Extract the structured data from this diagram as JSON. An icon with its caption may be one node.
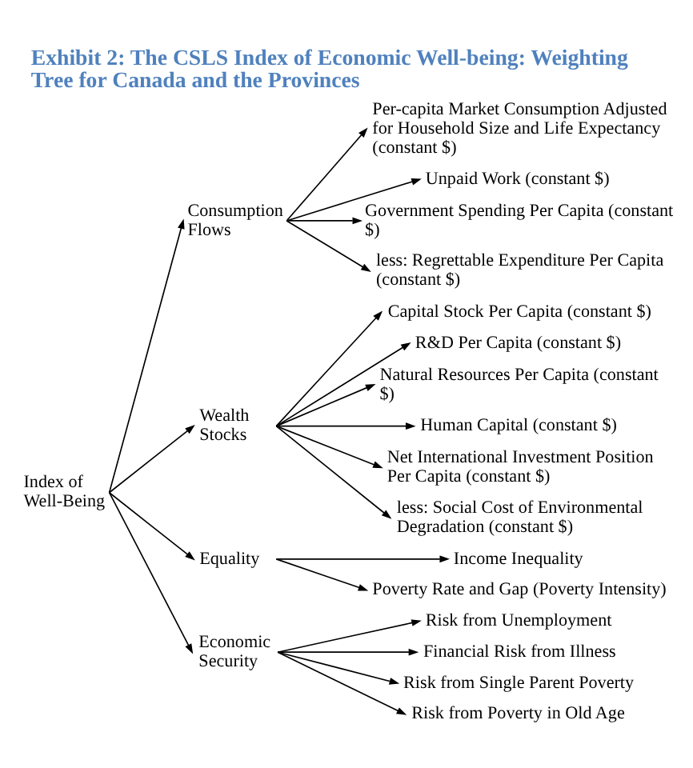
{
  "diagram": {
    "title": "Exhibit 2: The CSLS Index of Economic Well-being: Weighting Tree for Canada and the Provinces",
    "nodes": [
      {
        "text": [
          "Index of Well-Being"
        ]
      },
      {
        "text": [
          "Consumption Flows"
        ]
      },
      {
        "text": [
          "Per-capita Market Consumption Adjusted for Household Size and Life Expectancy (constant $)"
        ]
      },
      {
        "text": [
          "Unpaid Work (constant $)"
        ]
      },
      {
        "text": [
          "Government Spending Per Capita (constant $)"
        ]
      },
      {
        "text": [
          "less: Regrettable Expenditure Per Capita (constant $)"
        ]
      },
      {
        "text": [
          "Wealth Stocks"
        ]
      },
      {
        "text": [
          "Capital Stock Per Capita (constant $)"
        ]
      },
      {
        "text": [
          "R&D Per Capita (constant $)"
        ]
      },
      {
        "text": [
          "Natural Resources Per Capita (constant $)"
        ]
      },
      {
        "text": [
          "Human Capital (constant $)"
        ]
      },
      {
        "text": [
          "Net International Investment Position Per Capita (constant $)"
        ]
      },
      {
        "text": [
          "less: Social Cost of Environmental Degradation (constant $)"
        ]
      },
      {
        "text": [
          "Equality"
        ]
      },
      {
        "text": [
          "Income Inequality"
        ]
      },
      {
        "text": [
          "Poverty Rate and Gap (Poverty Intensity)"
        ]
      },
      {
        "text": [
          "Economic Security"
        ]
      },
      {
        "text": [
          "Risk from Unemployment"
        ]
      },
      {
        "text": [
          "Financial Risk from Illness"
        ]
      },
      {
        "text": [
          "Risk from Single Parent Poverty"
        ]
      },
      {
        "text": [
          "Risk from Poverty in Old Age"
        ]
      }
    ],
    "edges": [
      {
        "from": 0,
        "to": 1,
        "arrow": "to"
      },
      {
        "from": 1,
        "to": 2,
        "arrow": "to"
      },
      {
        "from": 1,
        "to": 3,
        "arrow": "to"
      },
      {
        "from": 1,
        "to": 4,
        "arrow": "to"
      },
      {
        "from": 1,
        "to": 5,
        "arrow": "to"
      },
      {
        "from": 0,
        "to": 6,
        "arrow": "to"
      },
      {
        "from": 6,
        "to": 7,
        "arrow": "to"
      },
      {
        "from": 6,
        "to": 8,
        "arrow": "to"
      },
      {
        "from": 6,
        "to": 9,
        "arrow": "to"
      },
      {
        "from": 6,
        "to": 10,
        "arrow": "to"
      },
      {
        "from": 6,
        "to": 11,
        "arrow": "to"
      },
      {
        "from": 6,
        "to": 12,
        "arrow": "to"
      },
      {
        "from": 0,
        "to": 13,
        "arrow": "to"
      },
      {
        "from": 13,
        "to": 14,
        "arrow": "to"
      },
      {
        "from": 13,
        "to": 15,
        "arrow": "to"
      },
      {
        "from": 0,
        "to": 16,
        "arrow": "to"
      },
      {
        "from": 16,
        "to": 17,
        "arrow": "to"
      },
      {
        "from": 16,
        "to": 18,
        "arrow": "to"
      },
      {
        "from": 16,
        "to": 19,
        "arrow": "to"
      },
      {
        "from": 16,
        "to": 20,
        "arrow": "to"
      }
    ]
  }
}
